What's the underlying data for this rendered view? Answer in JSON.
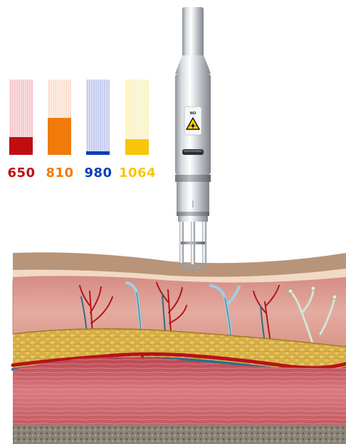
{
  "wavelength_bars": [
    {
      "label": "650",
      "color": "#c00d10",
      "light_color": "#f6c8cb",
      "level": 0.24
    },
    {
      "label": "810",
      "color": "#f07a0a",
      "light_color": "#fde0d0",
      "level": 0.49
    },
    {
      "label": "980",
      "color": "#0a3dba",
      "light_color": "#c6cdee",
      "level": 0.05
    },
    {
      "label": "1064",
      "color": "#f7c60a",
      "light_color": "#fcf3c0",
      "level": 0.21
    }
  ],
  "handpiece": {
    "warning_label_text": "NO",
    "icon": "laser-warning-icon"
  },
  "tissue": {
    "layers": [
      "epidermis",
      "dermis",
      "subcutaneous-fat",
      "muscle",
      "fascia"
    ],
    "colors": {
      "epidermis": "#b8957a",
      "dermis": "#e2a79d",
      "fat": "#d8b24a",
      "muscle": "#c95b63",
      "artery": "#c4121c",
      "vein": "#2f6e8c"
    }
  }
}
